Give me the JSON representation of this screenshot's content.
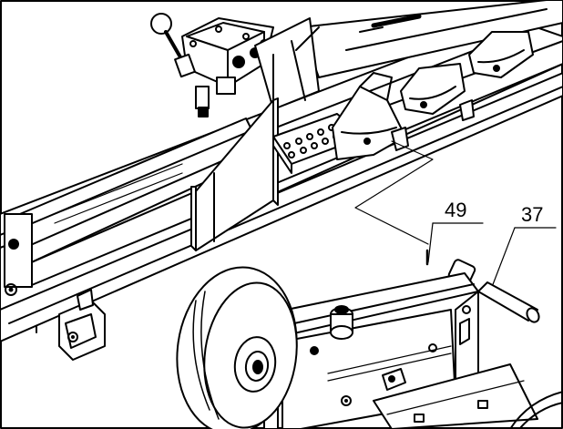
{
  "callouts": [
    {
      "id": "49",
      "text": "49"
    },
    {
      "id": "37",
      "text": "37"
    }
  ],
  "colors": {
    "line": "#000000",
    "background": "#ffffff",
    "shade": "#bfbfbf"
  }
}
